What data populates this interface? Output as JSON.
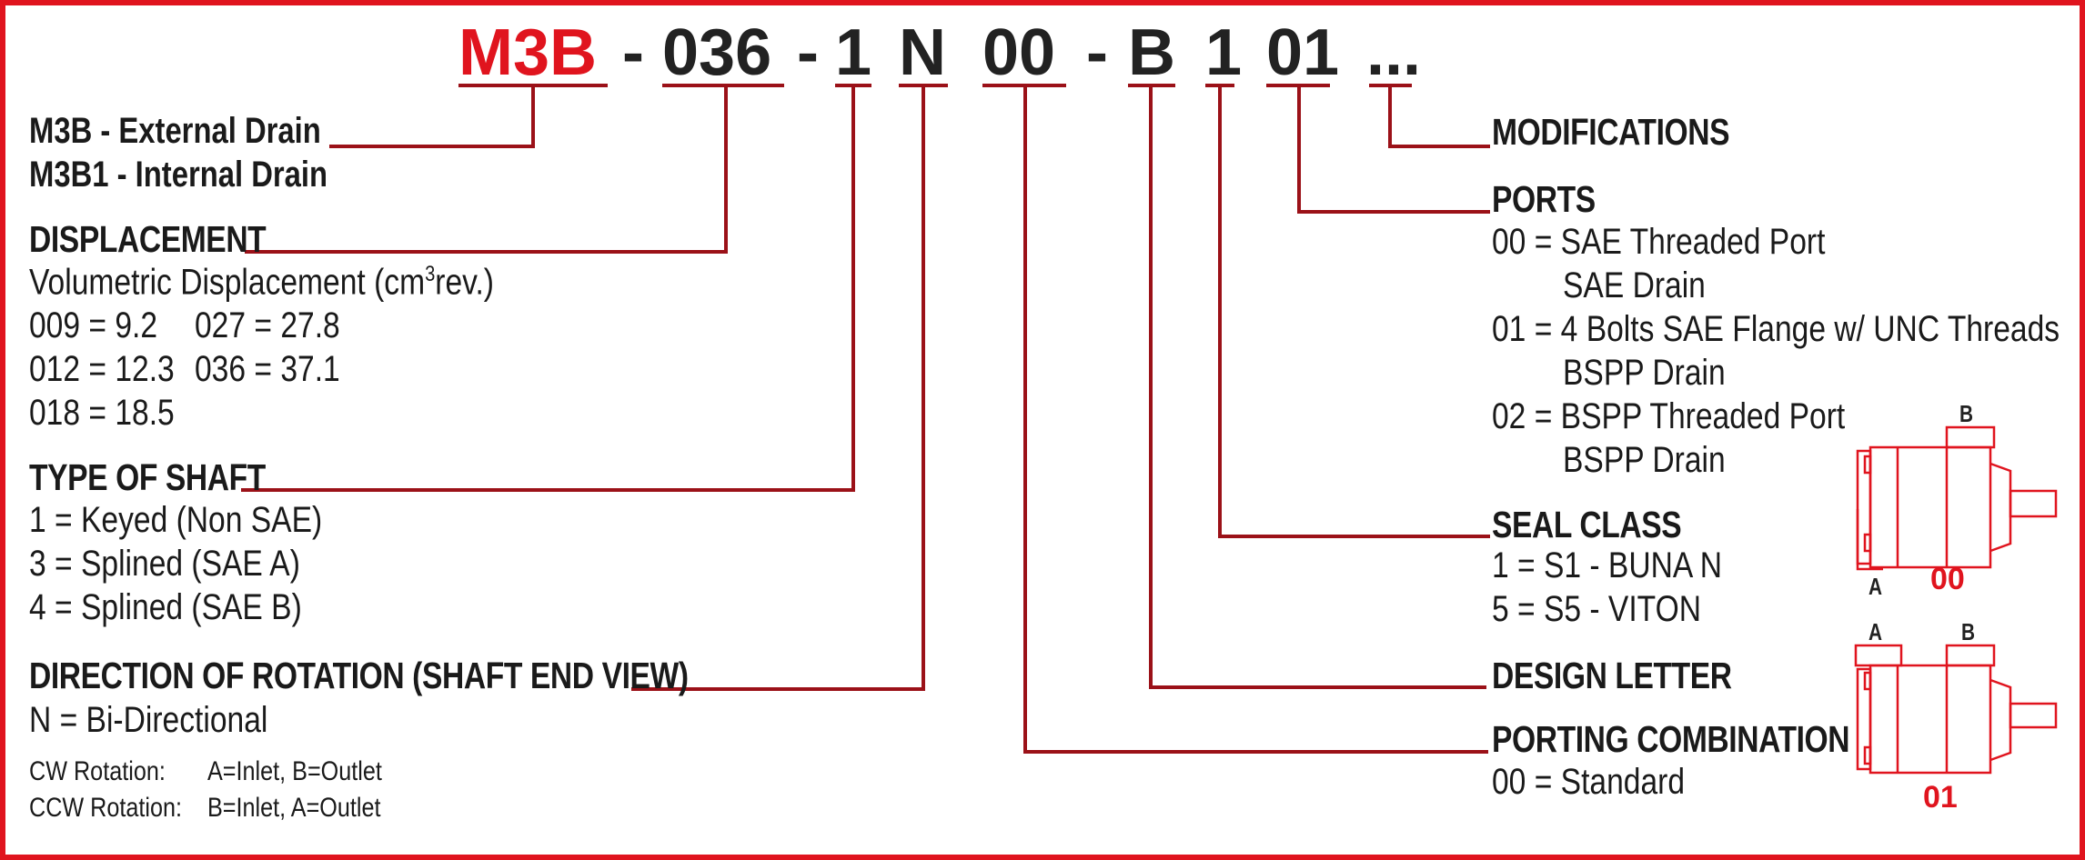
{
  "code": {
    "segments": [
      "M3B",
      "-",
      "036",
      "-",
      "1",
      "N",
      "00",
      "-",
      "B",
      "1",
      "01",
      "..."
    ]
  },
  "drain": {
    "line1": "M3B - External Drain",
    "line2": "M3B1 - Internal Drain"
  },
  "displacement": {
    "heading": "DISPLACEMENT",
    "subtitle_main": "Volumetric Displacement (cm",
    "subtitle_sup": "3",
    "subtitle_end": "rev.)",
    "col1": [
      "009 = 9.2",
      "012 = 12.3",
      "018 = 18.5"
    ],
    "col2": [
      "027 = 27.8",
      "036 = 37.1"
    ]
  },
  "shaft": {
    "heading": "TYPE OF SHAFT",
    "items": [
      "1 = Keyed (Non SAE)",
      "3 = Splined (SAE A)",
      "4 = Splined (SAE B)"
    ]
  },
  "rotation": {
    "heading": "DIRECTION OF ROTATION (SHAFT END VIEW)",
    "item": "N = Bi-Directional",
    "cw_label": "CW Rotation:",
    "cw_value": "A=Inlet, B=Outlet",
    "ccw_label": "CCW Rotation:",
    "ccw_value": "B=Inlet, A=Outlet"
  },
  "modifications": {
    "heading": "MODIFICATIONS"
  },
  "ports": {
    "heading": "PORTS",
    "lines": [
      "00 = SAE Threaded Port",
      "SAE Drain",
      "01 = 4 Bolts SAE Flange w/ UNC Threads",
      "BSPP Drain",
      "02 = BSPP Threaded Port",
      "BSPP Drain"
    ]
  },
  "seal": {
    "heading": "SEAL CLASS",
    "items": [
      "1 = S1 - BUNA N",
      "5 = S5 - VITON"
    ]
  },
  "design": {
    "heading": "DESIGN LETTER"
  },
  "porting": {
    "heading": "PORTING COMBINATION",
    "item": "00 = Standard"
  },
  "diagrams": {
    "top": {
      "label_a": "A",
      "label_b": "B",
      "code": "00"
    },
    "bottom": {
      "label_a": "A",
      "label_b": "B",
      "code": "01"
    }
  },
  "colors": {
    "accent": "#e0141e",
    "line": "#9b1118",
    "text": "#1a1a1a"
  }
}
